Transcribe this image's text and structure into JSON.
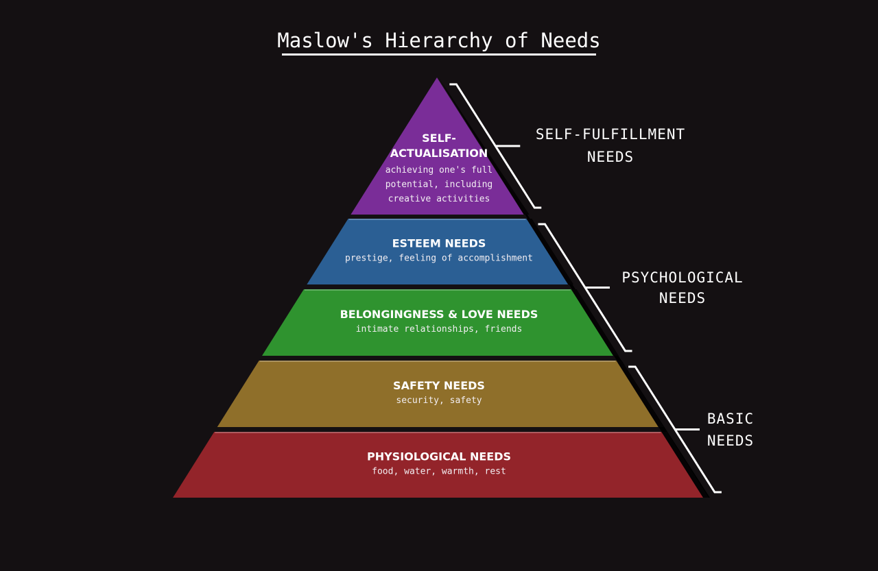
{
  "title": "Maslow's Hierarchy of Needs",
  "levels": [
    {
      "title_lines": [
        "SELF-",
        "ACTUALISATION"
      ],
      "desc_lines": [
        "achieving one's full",
        "potential, including",
        "creative activities"
      ],
      "color": "#7a2d98"
    },
    {
      "title_lines": [
        "ESTEEM NEEDS"
      ],
      "desc_lines": [
        "prestige, feeling of accomplishment"
      ],
      "color": "#2b5f94"
    },
    {
      "title_lines": [
        "BELONGINGNESS & LOVE NEEDS"
      ],
      "desc_lines": [
        "intimate relationships, friends"
      ],
      "color": "#2f932f"
    },
    {
      "title_lines": [
        "SAFETY NEEDS"
      ],
      "desc_lines": [
        "security, safety"
      ],
      "color": "#8f6f2a"
    },
    {
      "title_lines": [
        "PHYSIOLOGICAL NEEDS"
      ],
      "desc_lines": [
        "food, water, warmth, rest"
      ],
      "color": "#93242a"
    }
  ],
  "groups": [
    {
      "label_lines": [
        "SELF-FULFILLMENT",
        "NEEDS"
      ],
      "covers_levels": [
        0
      ]
    },
    {
      "label_lines": [
        "PSYCHOLOGICAL",
        "NEEDS"
      ],
      "covers_levels": [
        1,
        2
      ]
    },
    {
      "label_lines": [
        "BASIC",
        "NEEDS"
      ],
      "covers_levels": [
        3,
        4
      ]
    }
  ]
}
